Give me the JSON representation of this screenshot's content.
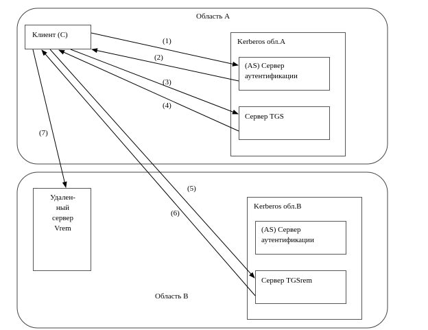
{
  "area_a": {
    "title": "Область А",
    "client": "Клиент (С)",
    "kerberos": {
      "title": "Kerberos обл.А",
      "as_server_line1": "(AS) Сервер",
      "as_server_line2": "аутентификации",
      "tgs_server": "Сервер TGS"
    }
  },
  "area_b": {
    "title": "Область В",
    "remote_server": [
      "Удален-",
      "ный",
      "сервер",
      "Vrem"
    ],
    "kerberos": {
      "title": "Kerberos обл.В",
      "as_server_line1": "(AS) Сервер",
      "as_server_line2": "аутентификации",
      "tgs_server": "Сервер TGSrem"
    }
  },
  "steps": {
    "s1": "(1)",
    "s2": "(2)",
    "s3": "(3)",
    "s4": "(4)",
    "s5": "(5)",
    "s6": "(6)",
    "s7": "(7)"
  }
}
